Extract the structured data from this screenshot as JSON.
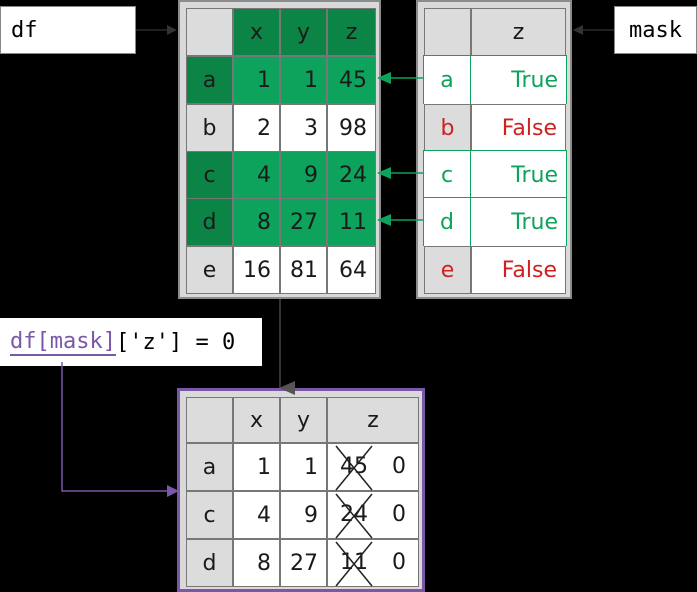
{
  "labels": {
    "df": "df",
    "mask": "mask"
  },
  "expression": {
    "df": "df",
    "mask": "[mask]",
    "rest": "['z'] = 0"
  },
  "df_table": {
    "columns": [
      "x",
      "y",
      "z"
    ],
    "rows": [
      {
        "index": "a",
        "x": "1",
        "y": "1",
        "z": "45",
        "selected": true
      },
      {
        "index": "b",
        "x": "2",
        "y": "3",
        "z": "98",
        "selected": false
      },
      {
        "index": "c",
        "x": "4",
        "y": "9",
        "z": "24",
        "selected": true
      },
      {
        "index": "d",
        "x": "8",
        "y": "27",
        "z": "11",
        "selected": true
      },
      {
        "index": "e",
        "x": "16",
        "y": "81",
        "z": "64",
        "selected": false
      }
    ]
  },
  "mask_table": {
    "column": "z",
    "rows": [
      {
        "index": "a",
        "value": "True"
      },
      {
        "index": "b",
        "value": "False"
      },
      {
        "index": "c",
        "value": "True"
      },
      {
        "index": "d",
        "value": "True"
      },
      {
        "index": "e",
        "value": "False"
      }
    ]
  },
  "result_table": {
    "columns": [
      "x",
      "y",
      "z"
    ],
    "rows": [
      {
        "index": "a",
        "x": "1",
        "y": "1",
        "old_z": "45",
        "new_z": "0"
      },
      {
        "index": "c",
        "x": "4",
        "y": "9",
        "old_z": "24",
        "new_z": "0"
      },
      {
        "index": "d",
        "x": "8",
        "y": "27",
        "old_z": "11",
        "new_z": "0"
      }
    ]
  },
  "colors": {
    "selected_index": "#0c8446",
    "selected_values": "#0ea35c",
    "true_text": "#0ea35c",
    "false_text": "#d02020",
    "expression_accent": "#7b57a8",
    "arrow_green": "#0ea35c"
  }
}
